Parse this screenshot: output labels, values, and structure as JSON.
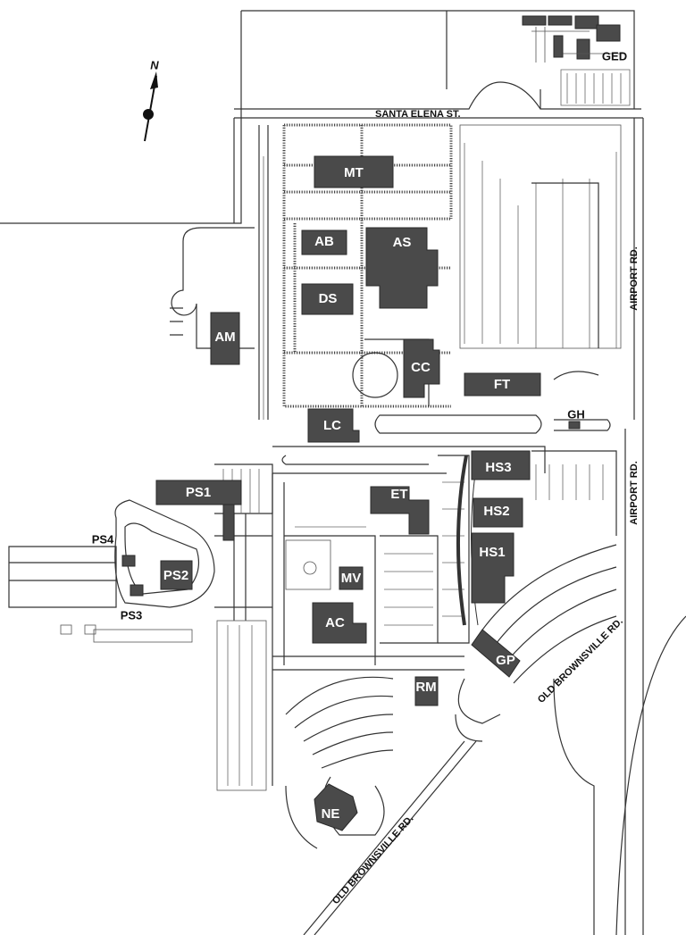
{
  "map": {
    "north_label": "N",
    "streets": {
      "santa_elena": "SANTA ELENA ST.",
      "airport_upper": "AIRPORT RD.",
      "airport_lower": "AIRPORT RD.",
      "old_brownsville_east": "OLD BROWNSVILLE RD.",
      "old_brownsville_south": "OLD BROWNSVILLE RD."
    },
    "buildings": {
      "MT": "MT",
      "AB": "AB",
      "AS": "AS",
      "DS": "DS",
      "AM": "AM",
      "CC": "CC",
      "FT": "FT",
      "LC": "LC",
      "GH": "GH",
      "GED": "GED",
      "PS1": "PS1",
      "PS2": "PS2",
      "PS3": "PS3",
      "PS4": "PS4",
      "ET": "ET",
      "HS1": "HS1",
      "HS2": "HS2",
      "HS3": "HS3",
      "MV": "MV",
      "AC": "AC",
      "GP": "GP",
      "RM": "RM",
      "NE": "NE"
    },
    "colors": {
      "building": "#4a4a4a",
      "label": "#ffffff",
      "ink": "#333333"
    }
  }
}
